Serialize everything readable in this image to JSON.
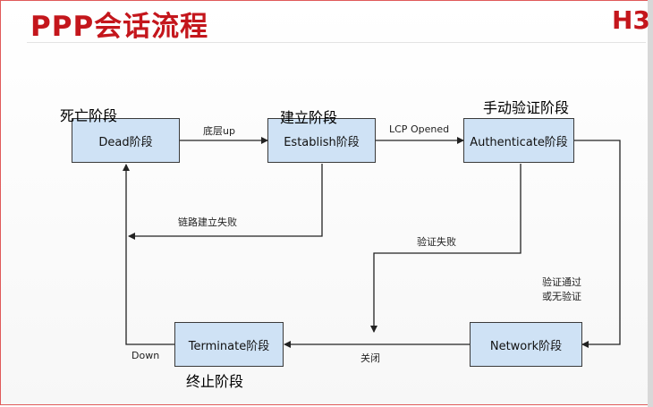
{
  "slide": {
    "title": "PPP会话流程",
    "logo_text": "H3"
  },
  "diagram": {
    "states": {
      "dead": {
        "label": "Dead阶段",
        "caption": "死亡阶段"
      },
      "establish": {
        "label": "Establish阶段",
        "caption": "建立阶段"
      },
      "authenticate": {
        "label": "Authenticate阶段",
        "caption": "手动验证阶段"
      },
      "network": {
        "label": "Network阶段",
        "caption": ""
      },
      "terminate": {
        "label": "Terminate阶段",
        "caption": "终止阶段"
      }
    },
    "transitions": {
      "dead_to_establish": "底层up",
      "establish_to_authenticate": "LCP Opened",
      "establish_to_dead": "链路建立失败",
      "authenticate_fail": "验证失败",
      "authenticate_to_network": "验证通过\n或无验证",
      "network_to_terminate": "关闭",
      "terminate_to_dead": "Down"
    }
  }
}
